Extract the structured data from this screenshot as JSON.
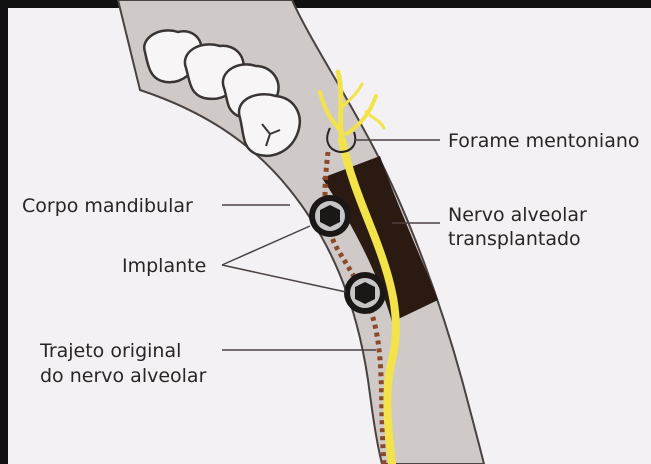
{
  "labels": {
    "forame": "Forame mentoniano",
    "corpo": "Corpo mandibular",
    "implante": "Implante",
    "nervo_line1": "Nervo alveolar",
    "nervo_line2": "transplantado",
    "trajeto_line1": "Trajeto original",
    "trajeto_line2": "do nervo alveolar"
  },
  "colors": {
    "page_background": "#f4f1f4",
    "outer_frame": "#111111",
    "mandible_body": "#cfcac7",
    "bone_outline": "#4a4141",
    "implant_site": "#2a1a12",
    "nerve": "#f2e34a",
    "original_nerve_path": "#8b4a2a",
    "implant_ring": "#1a1716",
    "implant_head": "#c7c5c6",
    "text": "#2a2524"
  },
  "icons": {
    "teeth": "tooth-outline-icon",
    "implant": "implant-screw-head-icon"
  }
}
